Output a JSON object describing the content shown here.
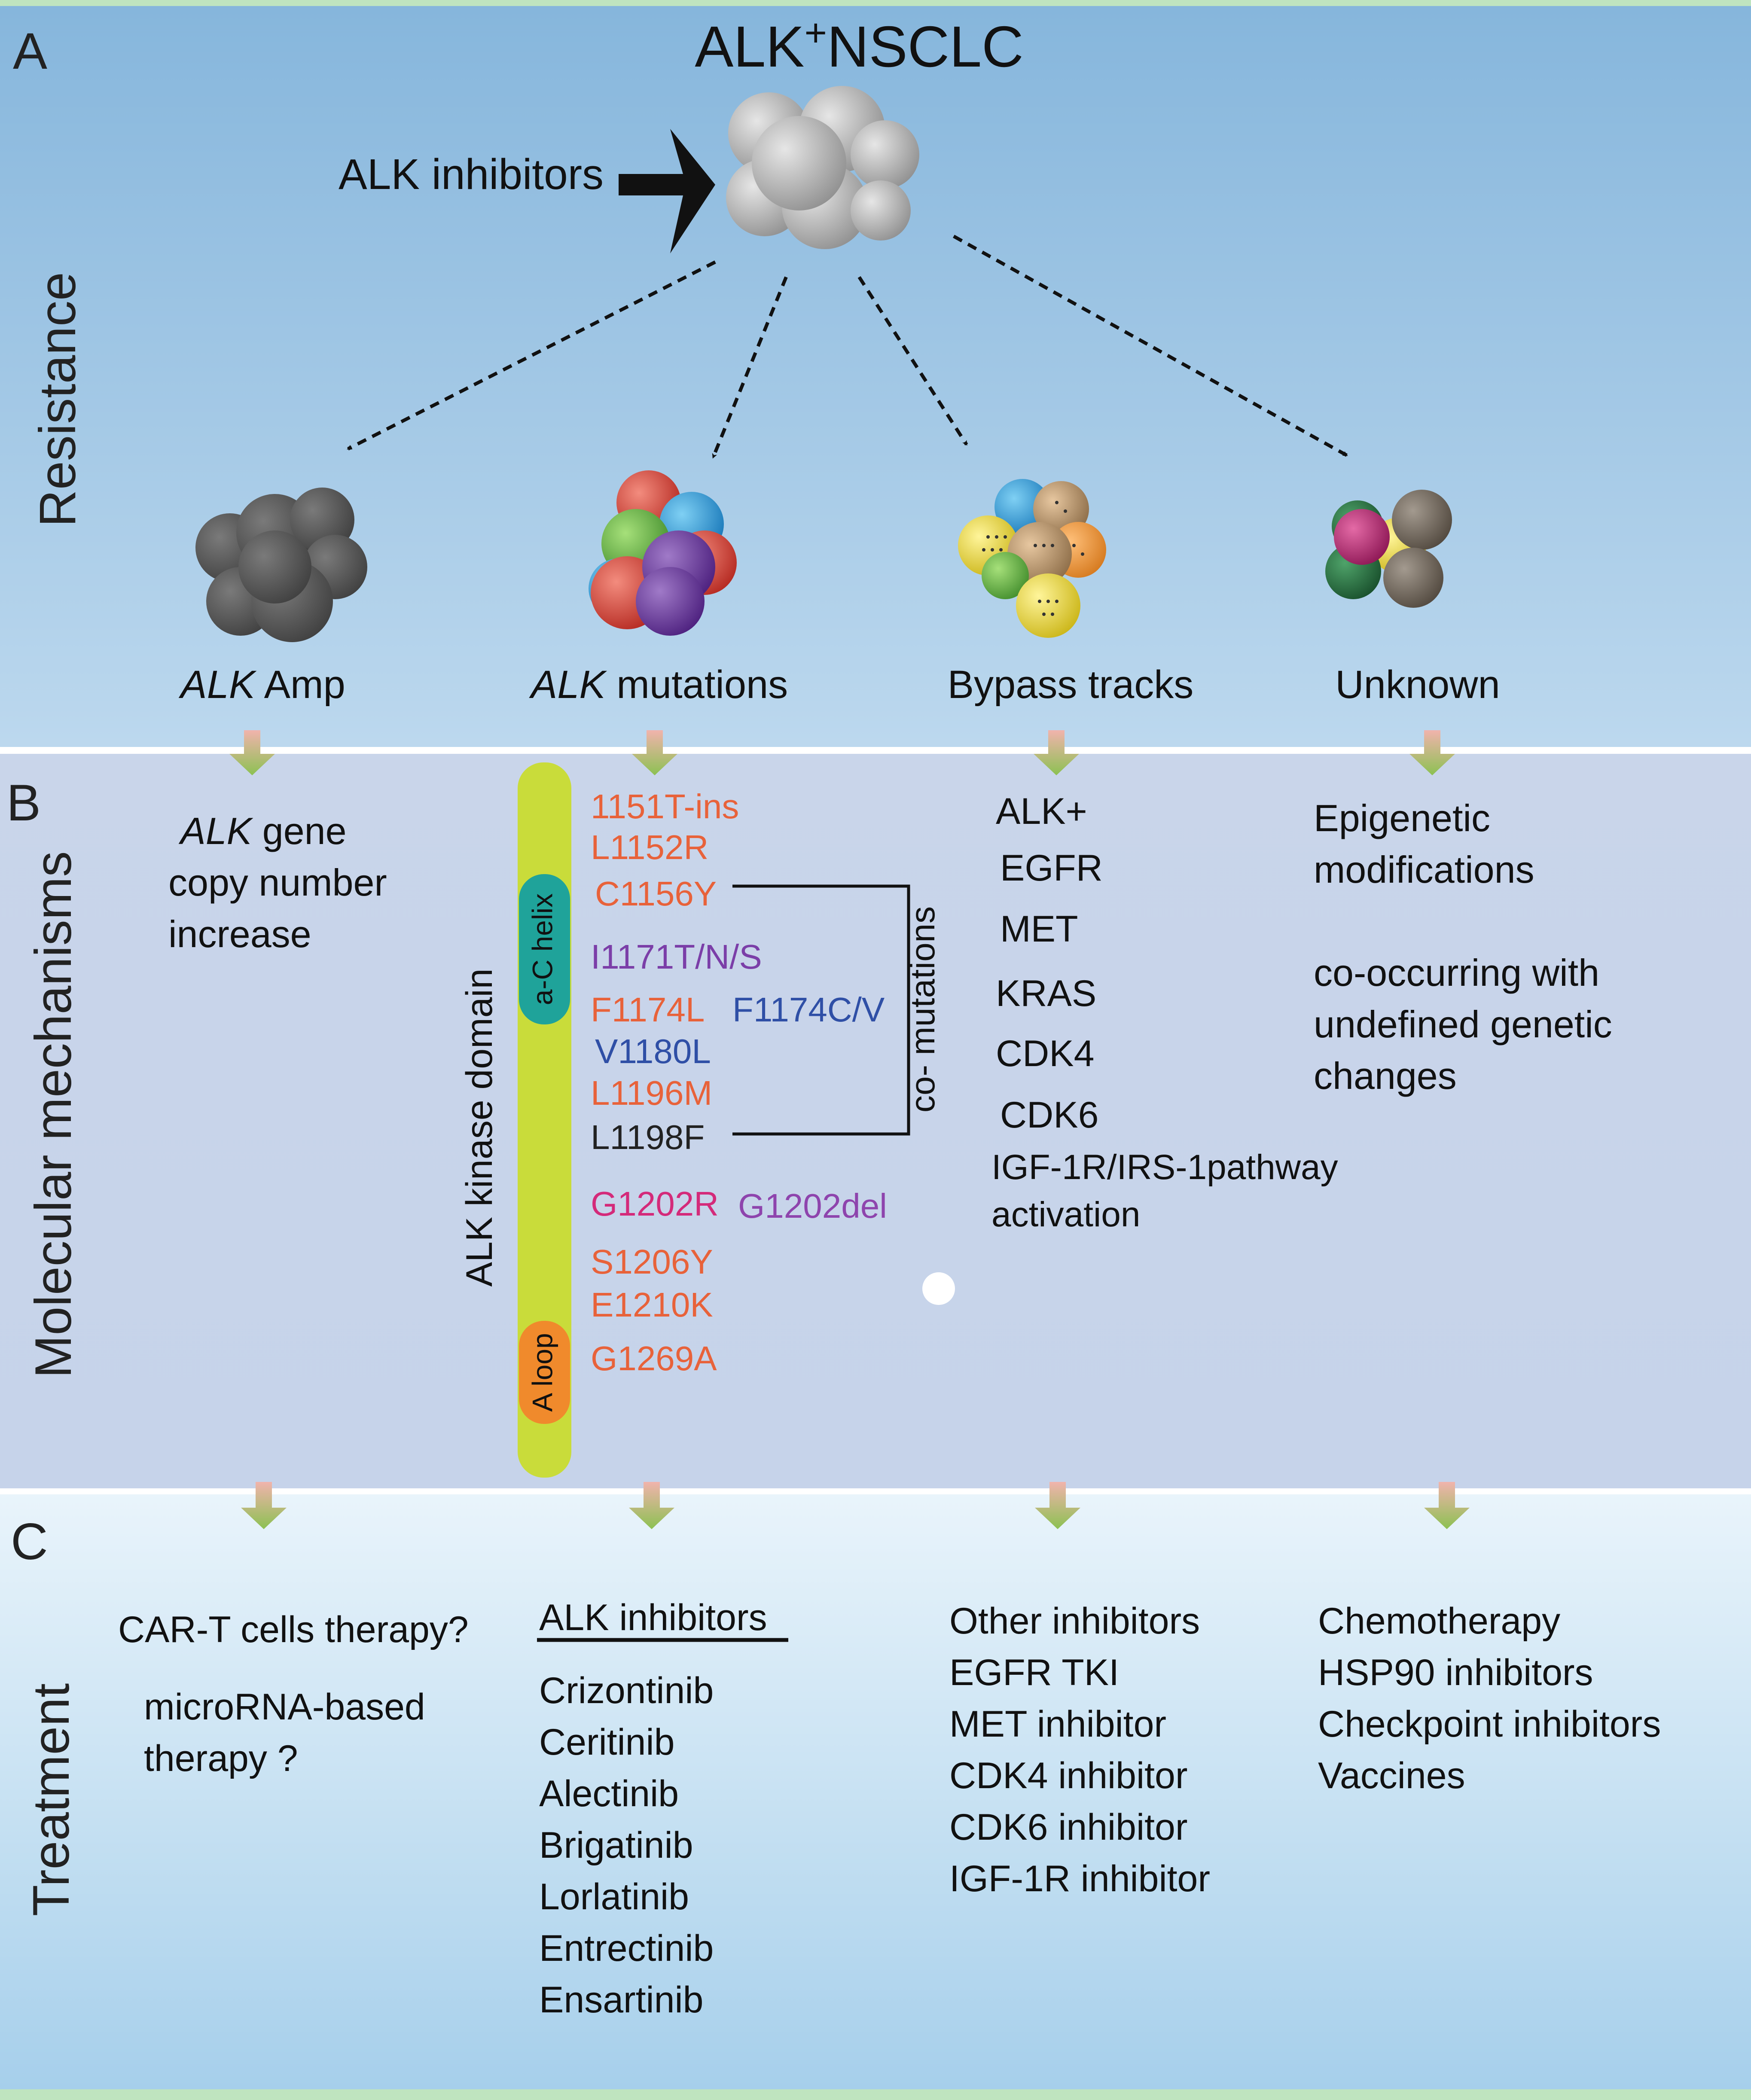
{
  "panel_a": {
    "letter": "A",
    "side_label": "Resistance",
    "title_main": "ALK",
    "title_sup": "+",
    "title_rest": "NSCLC",
    "drug_label": "ALK inhibitors",
    "outcomes": [
      {
        "italic": "ALK",
        "rest": " Amp"
      },
      {
        "italic": "ALK",
        "rest": " mutations"
      },
      {
        "italic": "",
        "rest": "Bypass tracks"
      },
      {
        "italic": "",
        "rest": "Unknown"
      }
    ]
  },
  "panel_b": {
    "letter": "B",
    "side_label": "Molecular mechanisms",
    "amp_lines": [
      {
        "italic": "ALK",
        "rest": " gene"
      },
      {
        "italic": "",
        "rest": "copy number"
      },
      {
        "italic": "",
        "rest": "increase"
      }
    ],
    "domain_label": "ALK kinase domain",
    "helix_label": "a-C helix",
    "loop_label": "A loop",
    "comutation_label": "co- mutations",
    "mutations": [
      {
        "text": "1151T-ins",
        "color": "#e8623a"
      },
      {
        "text": "L1152R",
        "color": "#e8623a"
      },
      {
        "text": "C1156Y",
        "color": "#e8623a"
      },
      {
        "text": "I1171T/N/S",
        "color": "#7b3ea8"
      },
      {
        "text": "F1174L",
        "color": "#e8623a"
      },
      {
        "text": "F1174C/V",
        "color": "#2f4fa6"
      },
      {
        "text": "V1180L",
        "color": "#2f4fa6"
      },
      {
        "text": "L1196M",
        "color": "#e8623a"
      },
      {
        "text": "L1198F",
        "color": "#222222"
      },
      {
        "text": "G1202R",
        "color": "#d42a7a"
      },
      {
        "text": "G1202del",
        "color": "#8e44ad"
      },
      {
        "text": "S1206Y",
        "color": "#e8623a"
      },
      {
        "text": "E1210K",
        "color": "#e8623a"
      },
      {
        "text": "G1269A",
        "color": "#e8623a"
      }
    ],
    "bypass": [
      "ALK+",
      "EGFR",
      "MET",
      "KRAS",
      "CDK4",
      "CDK6",
      "IGF-1R/IRS-1pathway",
      "activation"
    ],
    "unknown_lines": [
      "Epigenetic",
      "modifications",
      "co-occurring with",
      "undefined genetic",
      "changes"
    ]
  },
  "panel_c": {
    "letter": "C",
    "side_label": "Treatment",
    "amp_therapy": [
      "CAR-T cells  therapy?",
      "microRNA-based",
      "therapy ?"
    ],
    "alk_header": "ALK inhibitors",
    "alk_drugs": [
      "Crizontinib",
      "Ceritinib",
      "Alectinib",
      "Brigatinib",
      "Lorlatinib",
      "Entrectinib",
      "Ensartinib"
    ],
    "other_header": "Other inhibitors",
    "other_drugs": [
      "EGFR TKI",
      "MET inhibitor",
      "CDK4 inhibitor",
      "CDK6 inhibitor",
      "IGF-1R inhibitor"
    ],
    "unknown_therapy": [
      "Chemotherapy",
      "HSP90 inhibitors",
      "Checkpoint inhibitors",
      "Vaccines"
    ]
  },
  "colors": {
    "mutation_orange": "#e8623a",
    "mutation_purple": "#7b3ea8",
    "mutation_blue": "#2f4fa6",
    "mutation_magenta": "#d42a7a",
    "kinase_bar": "#c9dc3a",
    "helix": "#1fa39a",
    "loop": "#f08a2c",
    "arrow_green": "#8cc152",
    "border_green": "#bfe4bf"
  }
}
